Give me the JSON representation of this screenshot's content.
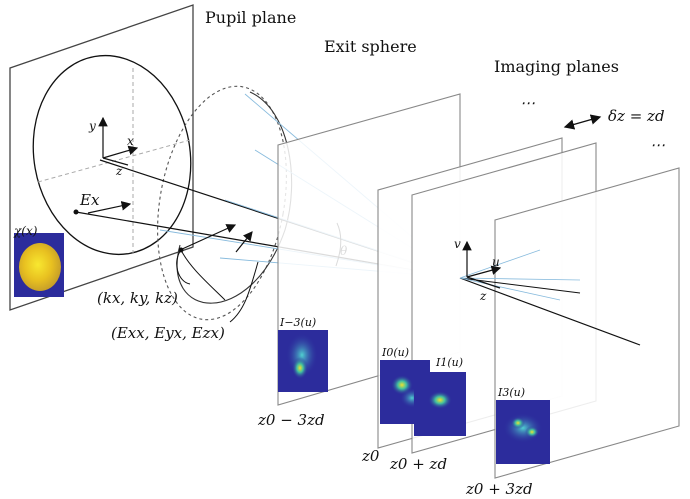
{
  "labels": {
    "pupil_plane": "Pupil plane",
    "exit_sphere": "Exit sphere",
    "imaging_planes": "Imaging planes",
    "chi": "χ(x)",
    "ex": "Ex",
    "kvec": "(kx, ky, kz)",
    "efield": "(Exx, Eyx, Ezx)",
    "theta": "θ",
    "delta": "δz = zd",
    "ellipsis": "⋯",
    "axis_x": "x",
    "axis_y": "y",
    "axis_z": "z",
    "axis_u": "u",
    "axis_v": "v",
    "i_m3": "I−3(u)",
    "i_0": "I0(u)",
    "i_1": "I1(u)",
    "i_3": "I3(u)",
    "z_m3": "z0 − 3zd",
    "z_0": "z0",
    "z_1": "z0 + zd",
    "z_3": "z0 + 3zd"
  },
  "colors": {
    "frame": "#999999",
    "ray": "#88bbdd",
    "heat_low": "#2c2c9c",
    "heat_high": "#f0e020"
  }
}
